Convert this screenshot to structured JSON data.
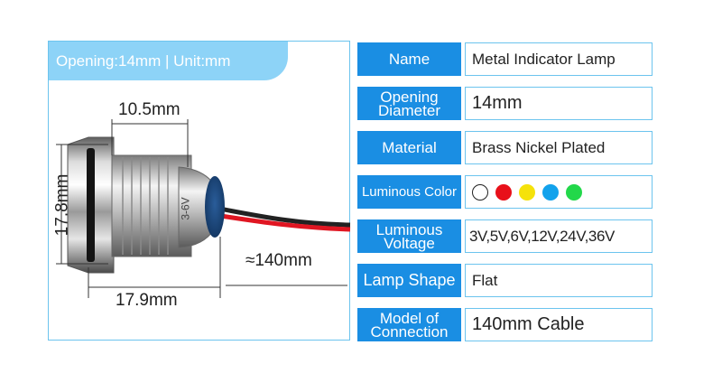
{
  "header": {
    "tab_text": "Opening:14mm | Unit:mm"
  },
  "dimensions": {
    "top_width": "10.5mm",
    "height": "17.8mm",
    "bottom_width": "17.9mm",
    "cable_length": "≈140mm"
  },
  "lamp_marking": "3-6V",
  "specs": [
    {
      "label": "Name",
      "value": "Metal Indicator Lamp"
    },
    {
      "label": "Opening Diameter",
      "value": "14mm"
    },
    {
      "label": "Material",
      "value": "Brass Nickel Plated"
    },
    {
      "label": "Luminous Color",
      "value": ""
    },
    {
      "label": "Luminous Voltage",
      "value": "3V,5V,6V,12V,24V,36V"
    },
    {
      "label": "Lamp Shape",
      "value": "Flat"
    },
    {
      "label": "Model of Connection",
      "value": "140mm Cable"
    }
  ],
  "colors": {
    "label_bg": "#1a8ee3",
    "border": "#6cc4ee",
    "tab_bg": "#8dd3f7",
    "luminous_colors": [
      "#ffffff",
      "#e8101a",
      "#f5e20a",
      "#12a2ec",
      "#22d84a"
    ]
  }
}
